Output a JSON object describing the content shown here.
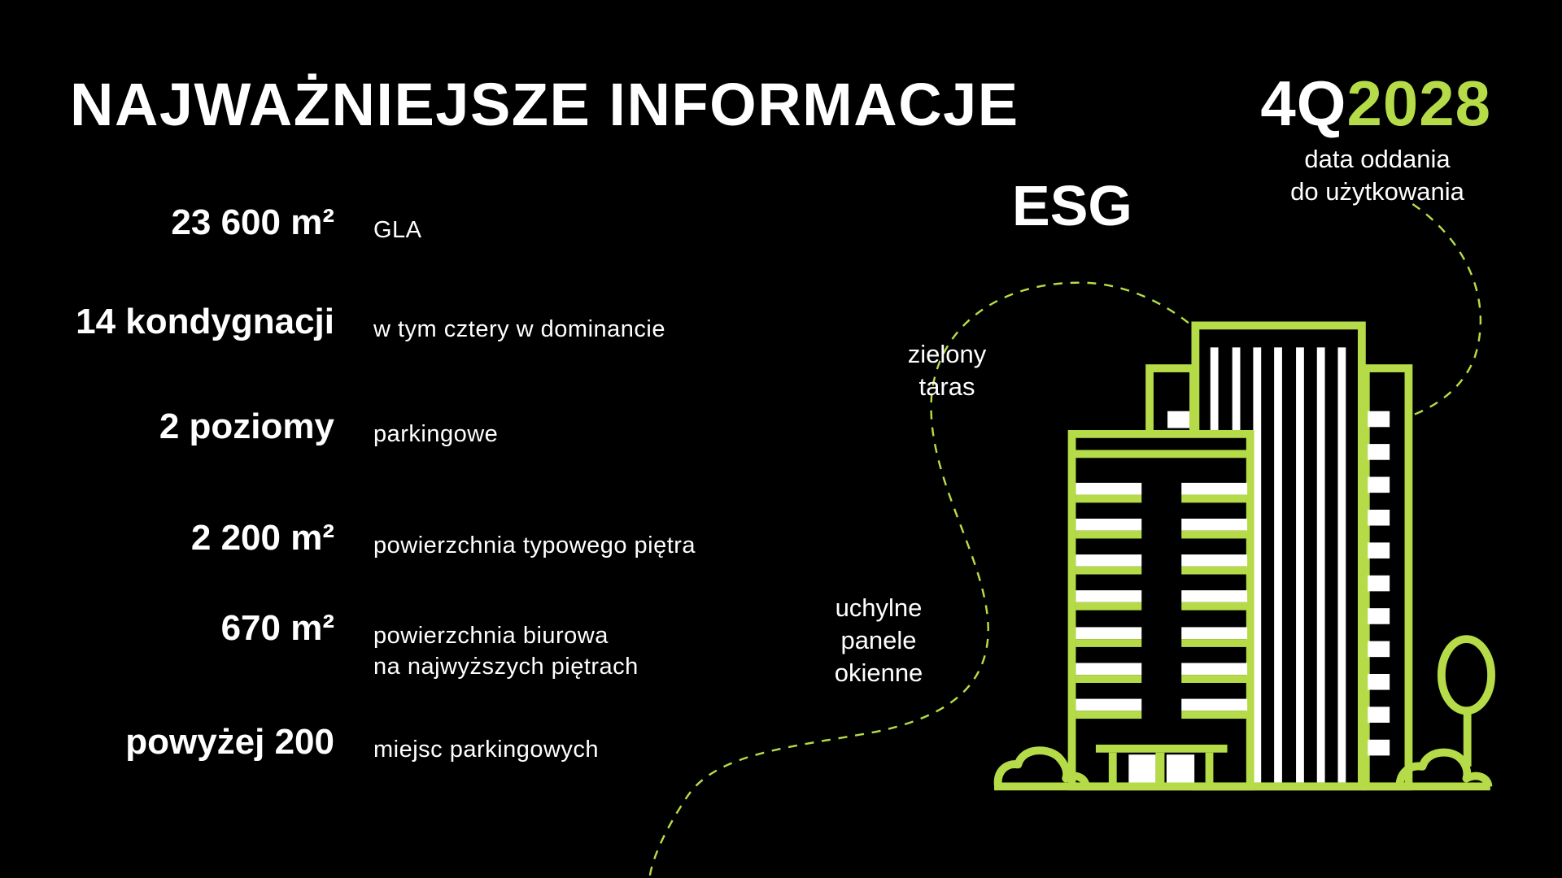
{
  "title": "NAJWAŻNIEJSZE INFORMACJE",
  "delivery": {
    "quarter": "4Q",
    "year": "2028",
    "caption_line1": "data oddania",
    "caption_line2": "do użytkowania"
  },
  "esg": "ESG",
  "rows": [
    {
      "value": "23 600 m²",
      "label": "GLA"
    },
    {
      "value": "14 kondygnacji",
      "label": "w tym cztery w dominancie"
    },
    {
      "value": "2 poziomy",
      "label": "parkingowe"
    },
    {
      "value": "2 200 m²",
      "label": "powierzchnia typowego piętra"
    },
    {
      "value": "670 m²",
      "label": "powierzchnia biurowa",
      "label2": "na najwyższych piętrach"
    },
    {
      "value": "powyżej 200",
      "label": "miejsc parkingowych"
    }
  ],
  "annotations": {
    "terrace_line1": "zielony",
    "terrace_line2": "taras",
    "panels_line1": "uchylne",
    "panels_line2": "panele",
    "panels_line3": "okienne"
  },
  "colors": {
    "accent": "#b5dc48",
    "background": "#000000",
    "text": "#ffffff"
  },
  "icons": [
    "building-illustration",
    "tree-icon",
    "bush-icon"
  ]
}
